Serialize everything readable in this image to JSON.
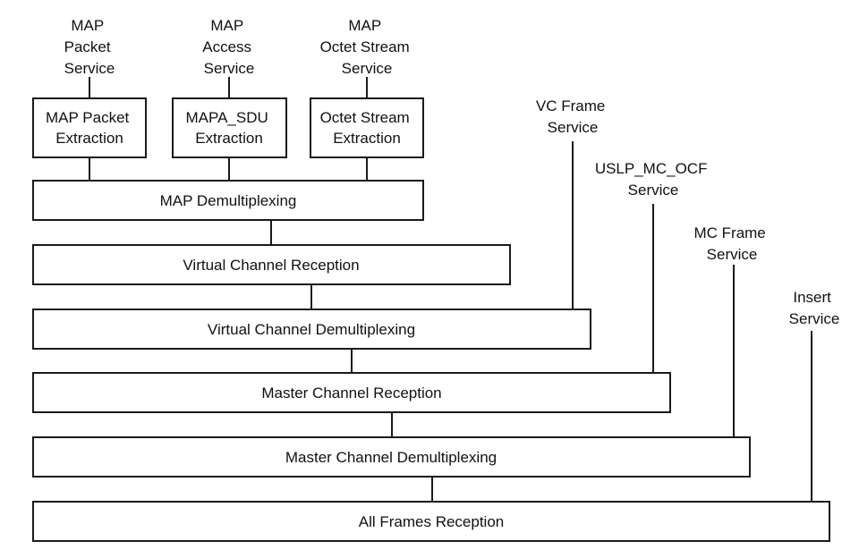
{
  "services": {
    "map_packet": [
      "MAP",
      "Packet",
      "Service"
    ],
    "map_access": [
      "MAP",
      "Access",
      "Service"
    ],
    "map_octet": [
      "MAP",
      "Octet Stream",
      "Service"
    ],
    "vc_frame": [
      "VC Frame",
      "Service"
    ],
    "uslp_mc_ocf": [
      "USLP_MC_OCF",
      "Service"
    ],
    "mc_frame": [
      "MC Frame",
      "Service"
    ],
    "insert": [
      "Insert",
      "Service"
    ]
  },
  "boxes": {
    "map_packet_extraction": [
      "MAP Packet",
      "Extraction"
    ],
    "mapa_sdu_extraction": [
      "MAPA_SDU",
      "Extraction"
    ],
    "octet_stream_extraction": [
      "Octet Stream",
      "Extraction"
    ],
    "map_demultiplexing": "MAP Demultiplexing",
    "virtual_channel_reception": "Virtual Channel Reception",
    "virtual_channel_demultiplexing": "Virtual Channel Demultiplexing",
    "master_channel_reception": "Master Channel Reception",
    "master_channel_demultiplexing": "Master Channel Demultiplexing",
    "all_frames_reception": "All Frames Reception"
  }
}
